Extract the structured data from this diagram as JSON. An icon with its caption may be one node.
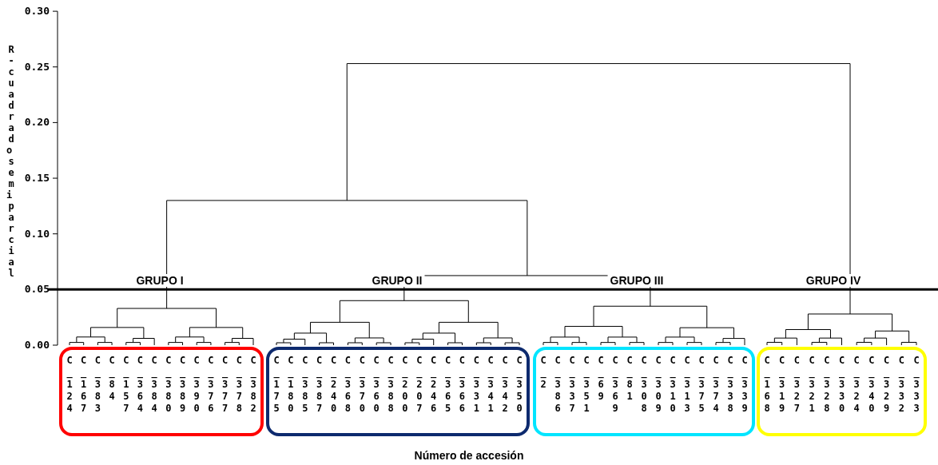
{
  "diagram": {
    "nodes": [
      {
        "text": [
          "GRUPO I"
        ]
      },
      {
        "text": [
          "C_124"
        ],
        "in": 0
      },
      {
        "text": [
          "C_167"
        ],
        "in": 0
      },
      {
        "text": [
          "C_383"
        ],
        "in": 0
      },
      {
        "text": [
          "C_84"
        ],
        "in": 0
      },
      {
        "text": [
          "C_157"
        ],
        "in": 0
      },
      {
        "text": [
          "C_364"
        ],
        "in": 0
      },
      {
        "text": [
          "C_384"
        ],
        "in": 0
      },
      {
        "text": [
          "C_380"
        ],
        "in": 0
      },
      {
        "text": [
          "C_389"
        ],
        "in": 0
      },
      {
        "text": [
          "C_390"
        ],
        "in": 0
      },
      {
        "text": [
          "C_376"
        ],
        "in": 0
      },
      {
        "text": [
          "C_377"
        ],
        "in": 0
      },
      {
        "text": [
          "C_378"
        ],
        "in": 0
      },
      {
        "text": [
          "C_382"
        ],
        "in": 0
      },
      {
        "text": [
          "GRUPO II"
        ]
      },
      {
        "text": [
          "C_175"
        ],
        "in": 15
      },
      {
        "text": [
          "C_180"
        ],
        "in": 15
      },
      {
        "text": [
          "C_385"
        ],
        "in": 15
      },
      {
        "text": [
          "C_387"
        ],
        "in": 15
      },
      {
        "text": [
          "C_240"
        ],
        "in": 15
      },
      {
        "text": [
          "C_368"
        ],
        "in": 15
      },
      {
        "text": [
          "C_370"
        ],
        "in": 15
      },
      {
        "text": [
          "C_360"
        ],
        "in": 15
      },
      {
        "text": [
          "C_388"
        ],
        "in": 15
      },
      {
        "text": [
          "C_200"
        ],
        "in": 15
      },
      {
        "text": [
          "C_207"
        ],
        "in": 15
      },
      {
        "text": [
          "C_246"
        ],
        "in": 15
      },
      {
        "text": [
          "C_365"
        ],
        "in": 15
      },
      {
        "text": [
          "C_366"
        ],
        "in": 15
      },
      {
        "text": [
          "C_331"
        ],
        "in": 15
      },
      {
        "text": [
          "C_341"
        ],
        "in": 15
      },
      {
        "text": [
          "C_342"
        ],
        "in": 15
      },
      {
        "text": [
          "C_350"
        ],
        "in": 15
      },
      {
        "text": [
          "GRUPO III"
        ]
      },
      {
        "text": [
          "C_2"
        ],
        "in": 34
      },
      {
        "text": [
          "C_386"
        ],
        "in": 34
      },
      {
        "text": [
          "C_337"
        ],
        "in": 34
      },
      {
        "text": [
          "C_351"
        ],
        "in": 34
      },
      {
        "text": [
          "C_69"
        ],
        "in": 34
      },
      {
        "text": [
          "C_369"
        ],
        "in": 34
      },
      {
        "text": [
          "C_81"
        ],
        "in": 34
      },
      {
        "text": [
          "C_308"
        ],
        "in": 34
      },
      {
        "text": [
          "C_309"
        ],
        "in": 34
      },
      {
        "text": [
          "C_310"
        ],
        "in": 34
      },
      {
        "text": [
          "C_313"
        ],
        "in": 34
      },
      {
        "text": [
          "C_375"
        ],
        "in": 34
      },
      {
        "text": [
          "C_374"
        ],
        "in": 34
      },
      {
        "text": [
          "C_338"
        ],
        "in": 34
      },
      {
        "text": [
          "C_339"
        ],
        "in": 34
      },
      {
        "text": [
          "GRUPO IV"
        ]
      },
      {
        "text": [
          "C_168"
        ],
        "in": 50
      },
      {
        "text": [
          "C_319"
        ],
        "in": 50
      },
      {
        "text": [
          "C_327"
        ],
        "in": 50
      },
      {
        "text": [
          "C_321"
        ],
        "in": 50
      },
      {
        "text": [
          "C_328"
        ],
        "in": 50
      },
      {
        "text": [
          "C_330"
        ],
        "in": 50
      },
      {
        "text": [
          "C_324"
        ],
        "in": 50
      },
      {
        "text": [
          "C_340"
        ],
        "in": 50
      },
      {
        "text": [
          "C_329"
        ],
        "in": 50
      },
      {
        "text": [
          "C_332"
        ],
        "in": 50
      },
      {
        "text": [
          "C_333"
        ],
        "in": 50
      }
    ],
    "labels": [
      "R-cuadrado semi parcial",
      "0.30",
      "0.25",
      "0.20",
      "0.15",
      "0.10",
      "0.05",
      "0.00",
      "Número de accesión"
    ]
  }
}
